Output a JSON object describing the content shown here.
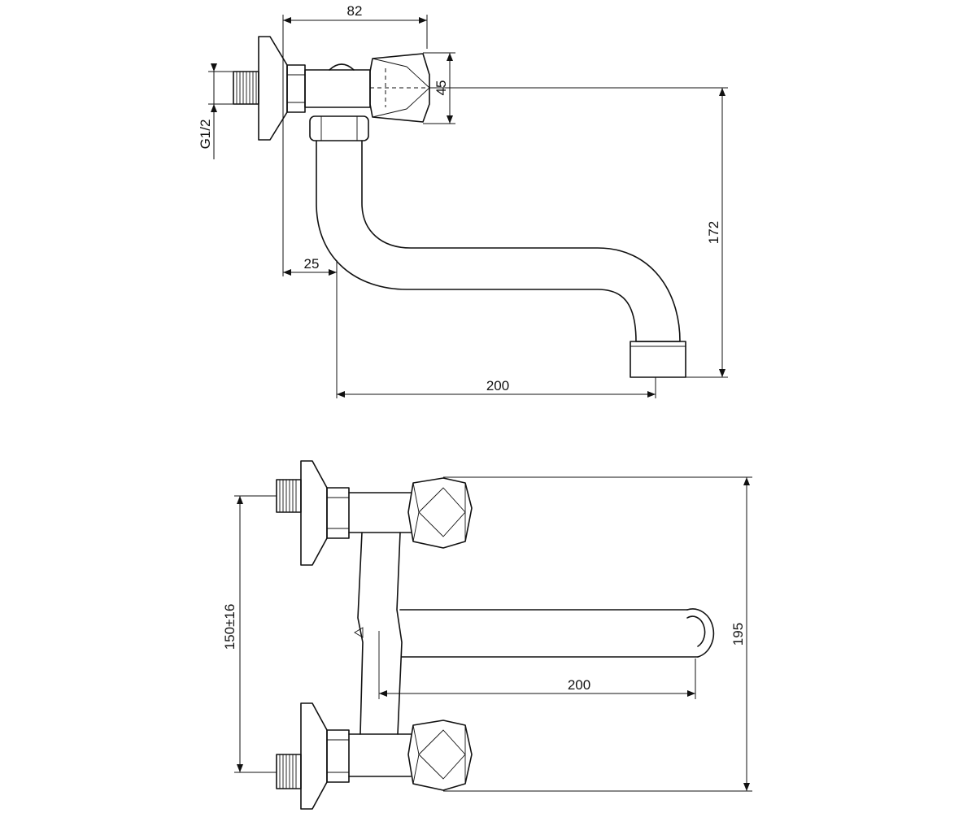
{
  "drawing": {
    "side_view": {
      "dim_top_width": "82",
      "dim_handle_height": "45",
      "dim_thread": "G1/2",
      "dim_total_height": "172",
      "dim_offset": "25",
      "dim_spout_reach": "200"
    },
    "front_view": {
      "dim_centres": "150±16",
      "dim_total_height": "195",
      "dim_spout_reach": "200"
    }
  }
}
